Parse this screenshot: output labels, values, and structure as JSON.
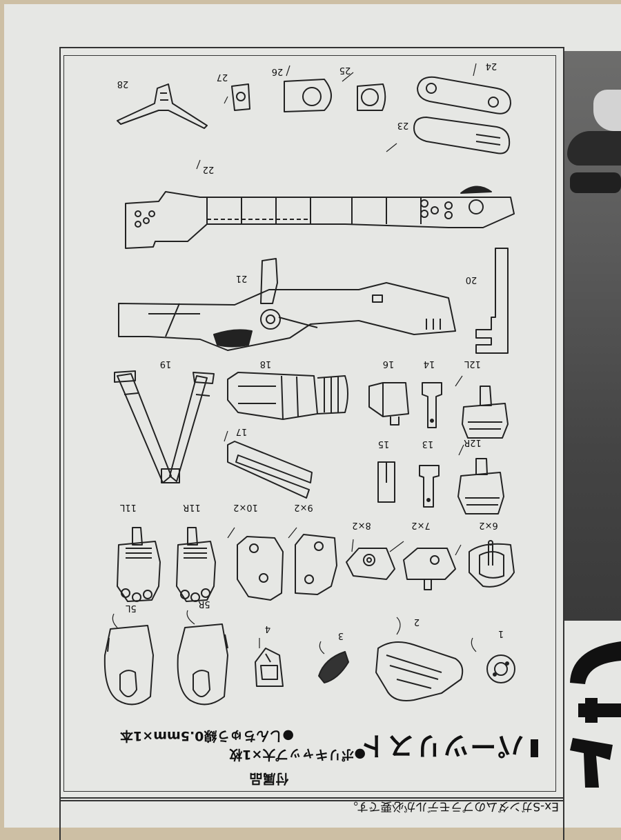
{
  "section_title": "パーツリスト",
  "accessories": {
    "heading": "付属品",
    "items": [
      "●ポリキャップ大×1枚",
      "●しんちゅう線0.5mm×1本"
    ]
  },
  "note": "Ex-Sガンダムのプラモデルが必要です。",
  "part_numbers": [
    "1",
    "2",
    "3",
    "4",
    "5R",
    "5L",
    "6×2",
    "7×2",
    "8×2",
    "9×2",
    "10×2",
    "11R",
    "11L",
    "12R",
    "12L",
    "13",
    "14",
    "15",
    "16",
    "17",
    "18",
    "19",
    "20",
    "21",
    "22",
    "23",
    "24",
    "25",
    "26",
    "27",
    "28"
  ],
  "colors": {
    "paper": "#e6e7e4",
    "ink": "#222222",
    "table": "#cdbfa4"
  }
}
